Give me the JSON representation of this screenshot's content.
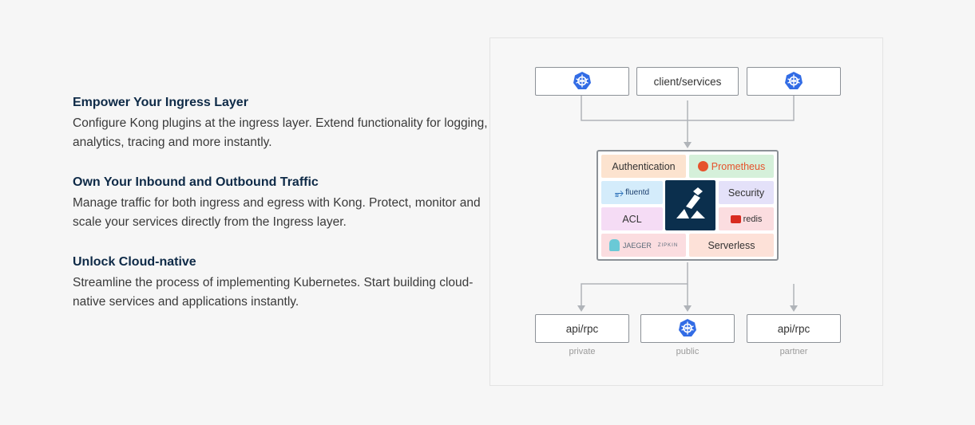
{
  "features": [
    {
      "title": "Empower Your Ingress Layer",
      "desc": "Configure Kong plugins at the ingress layer. Extend functionality for logging, analytics, tracing and more instantly."
    },
    {
      "title": "Own Your Inbound and Outbound Traffic",
      "desc": "Manage traffic for both ingress and egress with Kong. Protect, monitor and scale your services directly from the Ingress layer."
    },
    {
      "title": "Unlock Cloud-native",
      "desc": "Streamline the process of implementing Kubernetes. Start building cloud-native services and applications instantly."
    }
  ],
  "diagram": {
    "top": {
      "center_label": "client/services"
    },
    "plugins": {
      "authentication": "Authentication",
      "prometheus": "Prometheus",
      "fluentd": "fluentd",
      "security": "Security",
      "acl": "ACL",
      "redis": "redis",
      "jaeger": "JAEGER",
      "zipkin": "ZIPKIN",
      "serverless": "Serverless"
    },
    "bottom": {
      "left_label": "api/rpc",
      "left_sub": "private",
      "center_sub": "public",
      "right_label": "api/rpc",
      "right_sub": "partner"
    },
    "colors": {
      "authentication": "#fce3cf",
      "prometheus": "#d5f0da",
      "fluentd": "#d4ecfb",
      "security": "#e4e1f9",
      "acl": "#f5dcf5",
      "redis": "#fbdde0",
      "jaeger": "#fbdde0",
      "serverless": "#fde1d8",
      "kong": "#0b2f4d",
      "k8s": "#326ce5"
    }
  }
}
